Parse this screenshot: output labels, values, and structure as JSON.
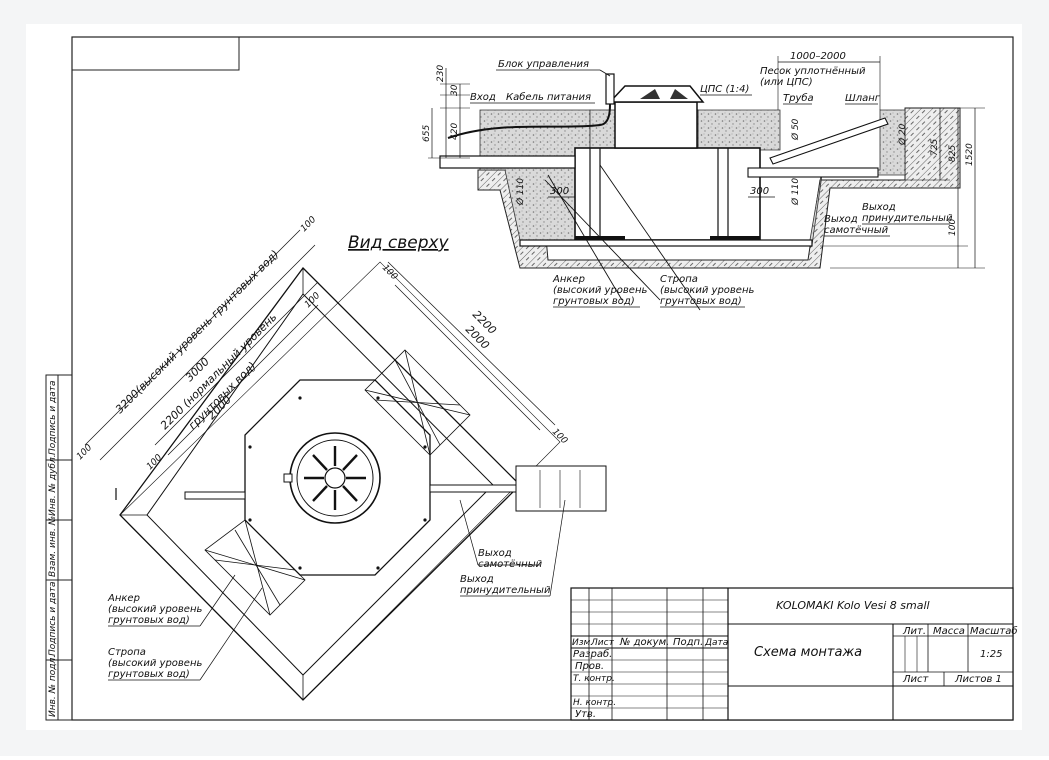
{
  "drawing": {
    "view_title": "Вид сверху",
    "section": {
      "control_block": "Блок управления",
      "inlet": "Вход",
      "power_cable": "Кабель питания",
      "cps": "ЦПС (1:4)",
      "sand_1": "Песок уплотнённый",
      "sand_2": "(или ЦПС)",
      "pipe": "Труба",
      "hose": "Шланг",
      "outlet_forced_1": "Выход",
      "outlet_forced_2": "принудительный",
      "outlet_gravity_1": "Выход",
      "outlet_gravity_2": "самотёчный",
      "anchor_1": "Анкер",
      "anchor_2": "(высокий уровень",
      "anchor_3": "грунтовых вод)",
      "sling_1": "Стропа",
      "sling_2": "(высокий уровень",
      "sling_3": "грунтовых вод)",
      "dims": {
        "d230": "230",
        "d30": "30",
        "d420": "420",
        "d655": "655",
        "d1000_2000": "1000–2000",
        "d725": "725",
        "d825": "825",
        "d1520": "1520",
        "d100": "100",
        "d300_left": "300",
        "d300_right": "300",
        "phi110_left": "Ø 110",
        "phi110_right": "Ø 110",
        "phi50": "Ø 50",
        "phi20": "Ø 20"
      }
    },
    "plan": {
      "dim_3200": "3200(высокий уровень грунтовых вод)",
      "dim_3000": "3000",
      "dim_2200_normal_1": "2200 (нормальный уровень",
      "dim_2200_normal_2": "грунтовых вод)",
      "dim_2000": "2000",
      "dim_2200": "2200",
      "dim_2000b": "2000",
      "d100_a": "100",
      "d100_b": "100",
      "d100_c": "100",
      "d100_d": "100",
      "d100_e": "100",
      "d100_f": "100",
      "outlet_gravity_1": "Выход",
      "outlet_gravity_2": "самотёчный",
      "outlet_forced_1": "Выход",
      "outlet_forced_2": "принудительный",
      "anchor_1": "Анкер",
      "anchor_2": "(высокий уровень",
      "anchor_3": "грунтовых вод)",
      "sling_1": "Стропа",
      "sling_2": "(высокий уровень",
      "sling_3": "грунтовых вод)"
    },
    "side_stamp": [
      "Подпись и дата",
      "Инв. № дубл.",
      "Взам. инв. №",
      "Подпись и дата",
      "Инв. № подл."
    ],
    "title_block": {
      "product": "KOLOMAKI Kolo Vesi 8 small",
      "title": "Схема монтажа",
      "col_izm": "Изм.",
      "col_list": "Лист",
      "col_doc": "№ докум.",
      "col_sign": "Подп.",
      "col_date": "Дата",
      "row_razrab": "Разраб.",
      "row_prov": "Пров.",
      "row_tkontr": "Т. контр.",
      "row_nkontr": "Н. контр.",
      "row_utv": "Утв.",
      "lit": "Лит.",
      "mass": "Масса",
      "scale_label": "Масштаб",
      "scale": "1:25",
      "sheet": "Лист",
      "sheets": "Листов 1"
    }
  }
}
